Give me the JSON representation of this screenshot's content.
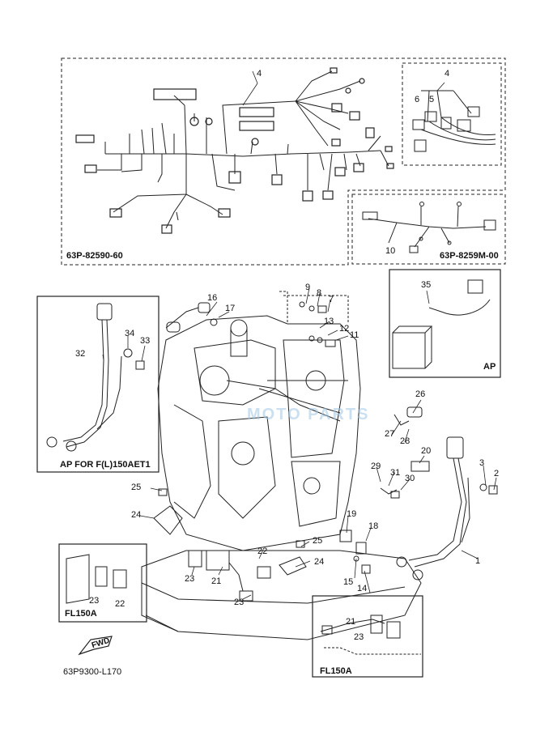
{
  "diagram": {
    "codes": {
      "harness_main": "63P-82590-60",
      "harness_sub": "63P-8259M-00",
      "page_id": "63P9300-L170"
    },
    "captions": {
      "ap": "AP",
      "ap_for": "AP FOR F(L)150AET1",
      "fl150a_left": "FL150A",
      "fl150a_right": "FL150A"
    },
    "fwd": "FWD",
    "watermark": "MOTO PARTS",
    "callouts": {
      "n1": "1",
      "n2": "2",
      "n3": "3",
      "n4a": "4",
      "n4b": "4",
      "n5": "5",
      "n6": "6",
      "n7": "7",
      "n8": "8",
      "n9": "9",
      "n10": "10",
      "n11": "11",
      "n12": "12",
      "n13": "13",
      "n14": "14",
      "n15": "15",
      "n16": "16",
      "n17": "17",
      "n18": "18",
      "n19": "19",
      "n20": "20",
      "n21a": "21",
      "n21b": "21",
      "n22a": "22",
      "n22b": "22",
      "n23a": "23",
      "n23b": "23",
      "n23c": "23",
      "n23d": "23",
      "n24a": "24",
      "n24b": "24",
      "n25a": "25",
      "n25b": "25",
      "n26": "26",
      "n27": "27",
      "n28": "28",
      "n29": "29",
      "n30": "30",
      "n31": "31",
      "n32": "32",
      "n33": "33",
      "n34": "34",
      "n35": "35"
    }
  }
}
